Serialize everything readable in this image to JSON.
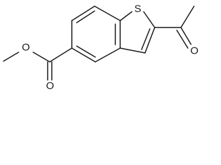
{
  "structure": {
    "atoms": {
      "sulfur": "S",
      "ester_ether_oxygen": "O",
      "ester_carbonyl_oxygen": "O",
      "ketone_oxygen": "O"
    }
  },
  "colors": {
    "bond": "#1a1a1a",
    "label": "#1a1a1a",
    "background": "#ffffff"
  }
}
